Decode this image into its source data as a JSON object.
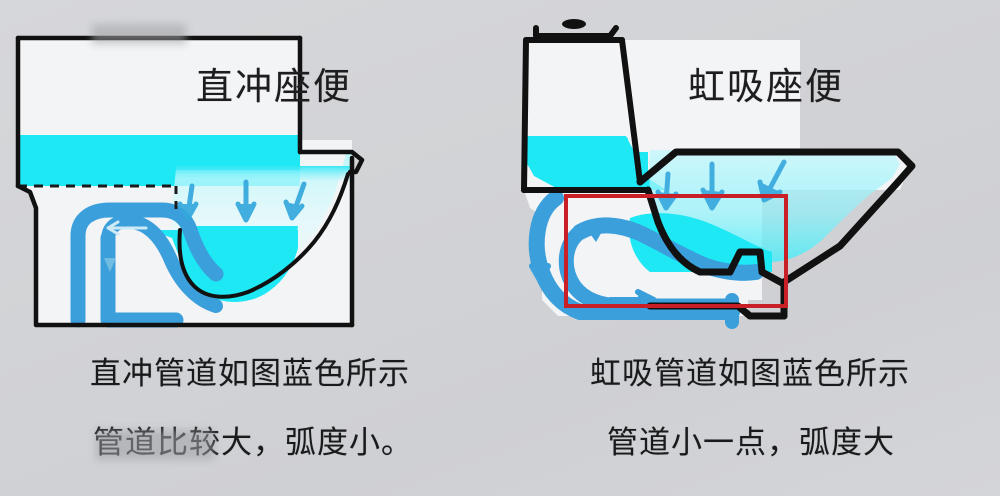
{
  "background_color": "#d2d3d6",
  "palette": {
    "water_cyan": "#1fe8f5",
    "pipe_blue": "#3b9fdb",
    "arrow_blue": "#35a7dd",
    "outline_black": "#111111",
    "highlight_red": "#c92027"
  },
  "panels": [
    {
      "id": "straight-flush",
      "title": "直冲座便",
      "diagram_name": "straight-flush-toilet-diagram",
      "caption_lines": [
        "直冲管道如图蓝色所示",
        "管道比较大，弧度小。"
      ],
      "arrow_count": 3,
      "has_highlight_box": false
    },
    {
      "id": "siphon-flush",
      "title": "虹吸座便",
      "diagram_name": "siphon-flush-toilet-diagram",
      "caption_lines": [
        "虹吸管道如图蓝色所示",
        "管道小一点，弧度大"
      ],
      "arrow_count": 3,
      "has_highlight_box": true
    }
  ]
}
